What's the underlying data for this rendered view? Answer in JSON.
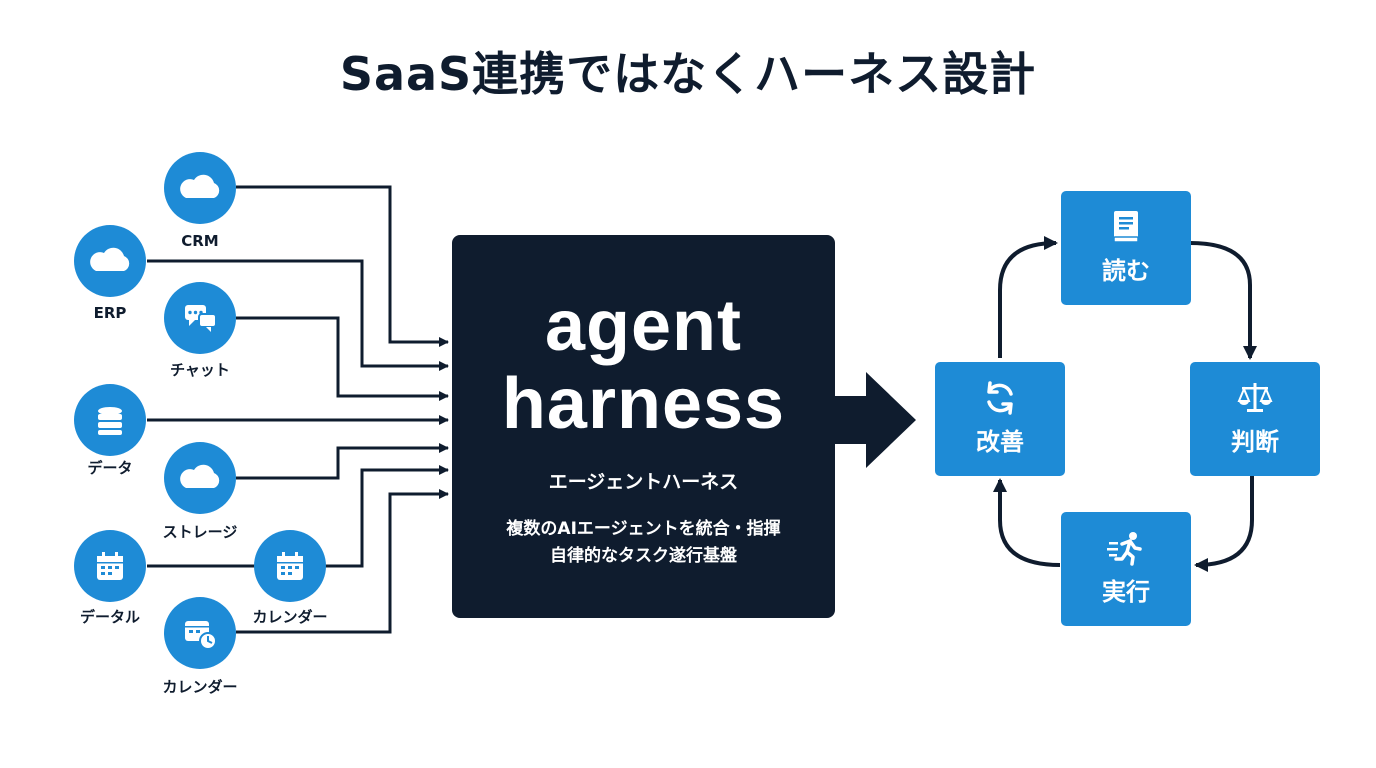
{
  "title": "SaaS連携ではなくハーネス設計",
  "sources": [
    {
      "label": "CRM",
      "icon": "cloud-icon"
    },
    {
      "label": "ERP",
      "icon": "cloud-icon"
    },
    {
      "label": "チャット",
      "icon": "chat-icon"
    },
    {
      "label": "データ",
      "icon": "database-icon"
    },
    {
      "label": "ストレージ",
      "icon": "cloud-icon"
    },
    {
      "label": "データル",
      "icon": "calendar-icon"
    },
    {
      "label": "カレンダー",
      "icon": "calendar-icon"
    },
    {
      "label": "カレンダー",
      "icon": "calendar-clock-icon"
    }
  ],
  "harness": {
    "title_line1": "agent",
    "title_line2": "harness",
    "subtitle": "エージェントハーネス",
    "description_line1": "複数のAIエージェントを統合・指揮",
    "description_line2": "自律的なタスク遂行基盤"
  },
  "cycle": {
    "read": {
      "label": "読む",
      "icon": "book-icon"
    },
    "judge": {
      "label": "判断",
      "icon": "scale-icon"
    },
    "execute": {
      "label": "実行",
      "icon": "running-icon"
    },
    "improve": {
      "label": "改善",
      "icon": "refresh-icon"
    }
  },
  "colors": {
    "navy": "#0f1c2e",
    "blue": "#1e8bd6",
    "white": "#ffffff"
  }
}
